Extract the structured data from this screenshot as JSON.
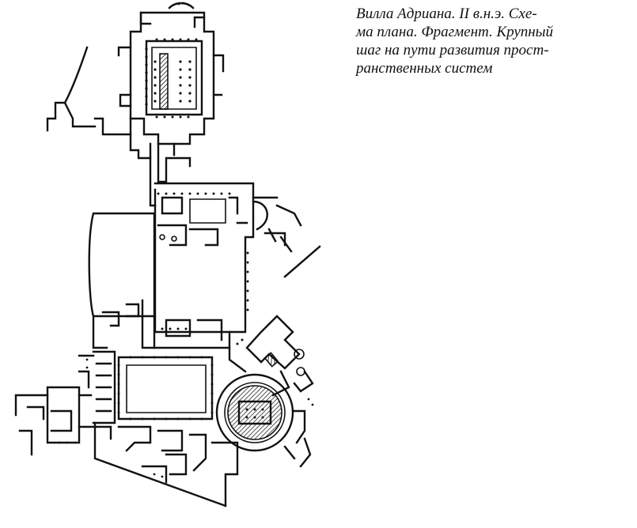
{
  "caption": {
    "text": "Вилла Адриана. II в.н.э. Схема плана. Фрагмент. Крупный шаг на пути развития пространственных систем",
    "lines": [
      "Вилла Адриана. II в.н.э. Схе-",
      "ма плана. Фрагмент. Крупный",
      "шаг на пути развития прост-",
      "ранственных систем"
    ]
  },
  "colors": {
    "ink": "#111111",
    "paper": "#ffffff"
  }
}
